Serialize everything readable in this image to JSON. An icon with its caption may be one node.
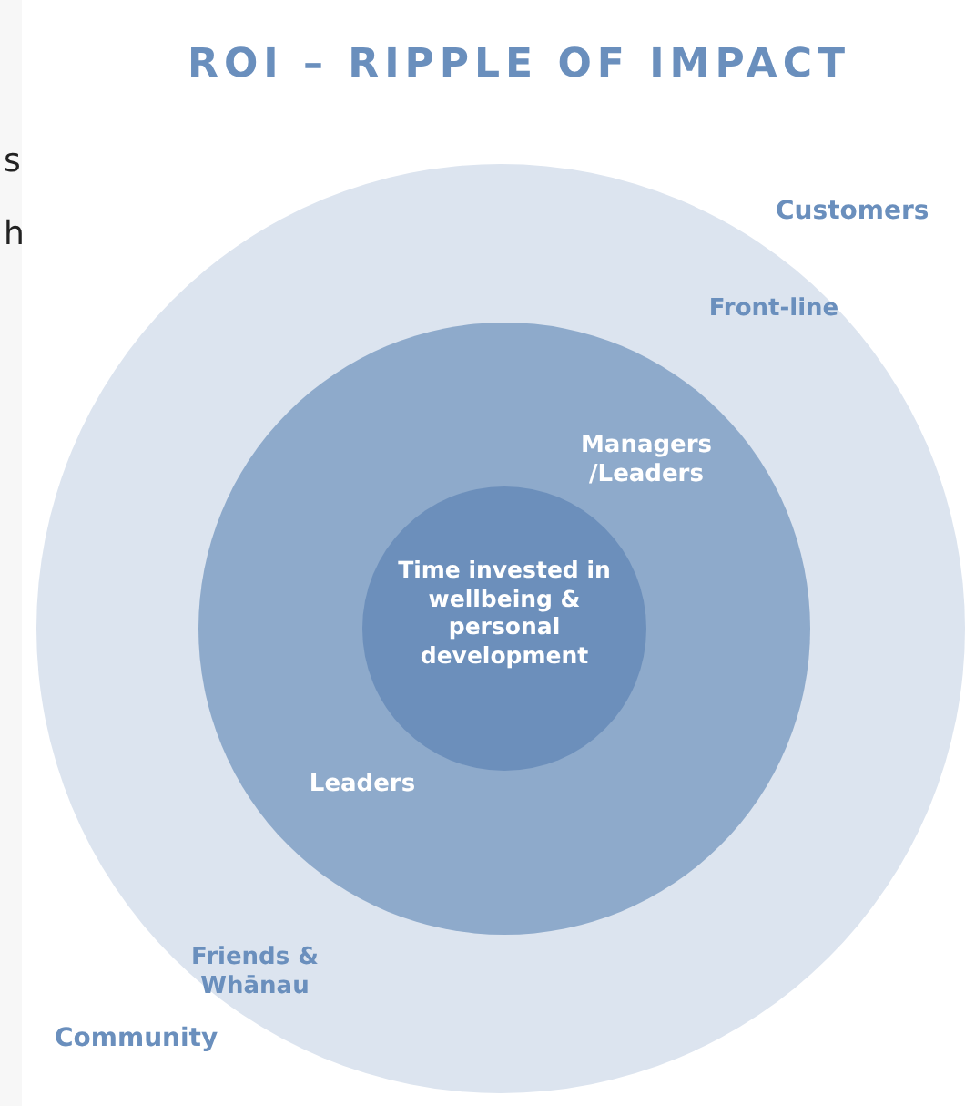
{
  "diagram": {
    "title": "ROI – RIPPLE OF IMPACT",
    "nodes": [
      {
        "text": [
          "Front-line",
          "Friends & Whānau"
        ]
      },
      {
        "text": [
          "Managers /Leaders",
          "Leaders"
        ],
        "in": 0
      },
      {
        "text": [
          "Time invested in wellbeing & personal development"
        ],
        "in": 1
      }
    ],
    "edges": [],
    "labels": [
      "s",
      "h",
      "Customers",
      "Community"
    ]
  }
}
